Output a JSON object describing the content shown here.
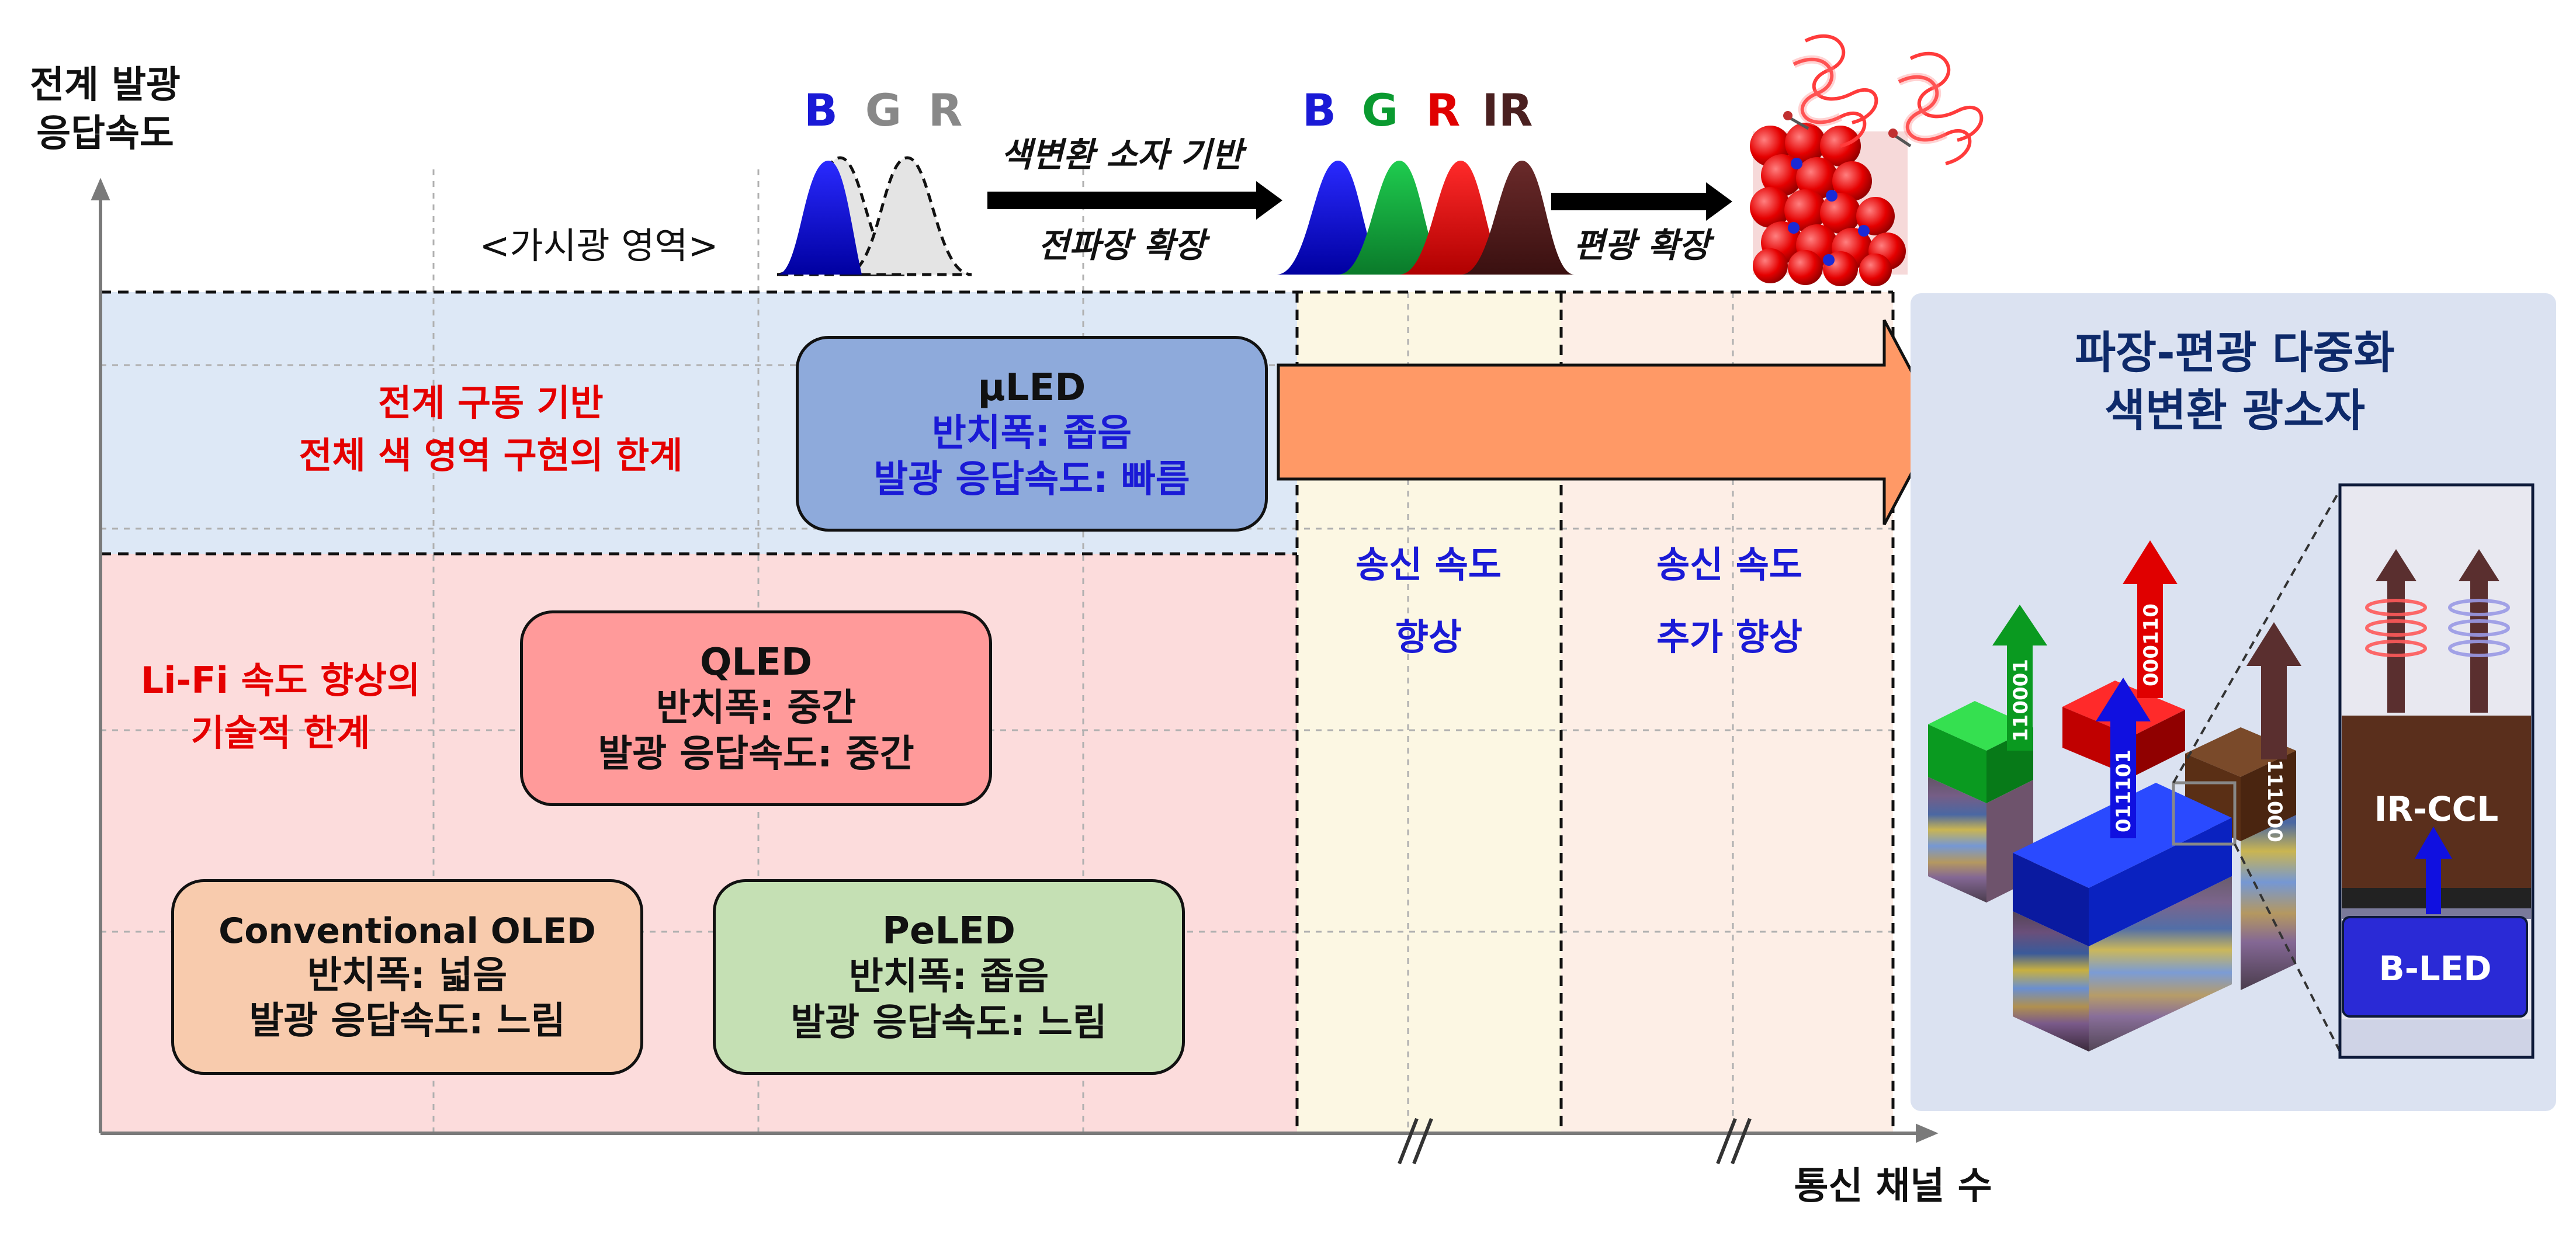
{
  "axes": {
    "y_label_line1": "전계 발광",
    "y_label_line2": "응답속도",
    "x_label": "통신 채널 수"
  },
  "visible_region_label": "<가시광 영역>",
  "spectra": {
    "group1": [
      "B",
      "G",
      "R"
    ],
    "group2": [
      "B",
      "G",
      "R",
      "IR"
    ],
    "arrow1_top": "색변환 소자 기반",
    "arrow1_bottom": "전파장 확장",
    "arrow2_bottom": "편광 확장"
  },
  "zones": {
    "top_limit_line1": "전계 구동 기반",
    "top_limit_line2": "전체 색 영역 구현의 한계",
    "lower_limit_line1": "Li-Fi 속도 향상의",
    "lower_limit_line2": "기술적 한계",
    "speed1_line1": "송신 속도",
    "speed1_line2": "향상",
    "speed2_line1": "송신 속도",
    "speed2_line2": "추가 향상"
  },
  "boxes": {
    "uled": {
      "title": "µLED",
      "line1": "반치폭: 좁음",
      "line2": "발광 응답속도: 빠름"
    },
    "qled": {
      "title": "QLED",
      "line1": "반치폭: 중간",
      "line2": "발광 응답속도: 중간"
    },
    "oled": {
      "title": "Conventional OLED",
      "line1": "반치폭: 넓음",
      "line2": "발광 응답속도: 느림"
    },
    "peled": {
      "title": "PeLED",
      "line1": "반치폭: 좁음",
      "line2": "발광 응답속도: 느림"
    }
  },
  "panel": {
    "title_line1": "파장-편광 다중화",
    "title_line2": "색변환 광소자",
    "codes": [
      "110001",
      "000110",
      "011101",
      "111000"
    ],
    "ir_ccl": "IR-CCL",
    "b_led": "B-LED"
  },
  "colors": {
    "blue_zone": "#dde8f6",
    "pink_zone": "#fcdcdc",
    "cream_zone": "#fcf7e3",
    "peach_zone": "#fdeee6",
    "panel_bg": "#dbe2f1",
    "uled_box": "#8eaadb",
    "qled_box": "#ff9a9a",
    "oled_box": "#f8cbad",
    "peled_box": "#c5e0b4",
    "arrow_orange": "#ff9966",
    "label_red": "#e50000",
    "label_blue": "#1a1ad6"
  }
}
